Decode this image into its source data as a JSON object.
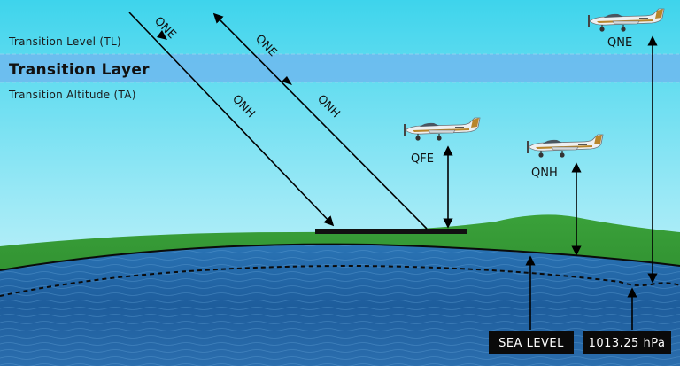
{
  "labels": {
    "transition_level": "Transition Level (TL)",
    "transition_layer": "Transition Layer",
    "transition_altitude": "Transition Altitude (TA)",
    "arrow_descending_upper": "QNE",
    "arrow_descending_lower": "QNH",
    "arrow_ascending_upper": "QNE",
    "arrow_ascending_lower": "QNH",
    "plane_qfe": "QFE",
    "plane_qnh": "QNH",
    "plane_qne": "QNE",
    "sea_level": "SEA LEVEL",
    "standard_pressure": "1013.25 hPa"
  },
  "colors": {
    "sky_top": "#3fd6ee",
    "sky_bottom": "#d7f6fc",
    "transition_layer": "#6fb8ee",
    "ground": "#2f8f2f",
    "sea": "#1f5e9e",
    "plane_accent": "#b8862b"
  }
}
